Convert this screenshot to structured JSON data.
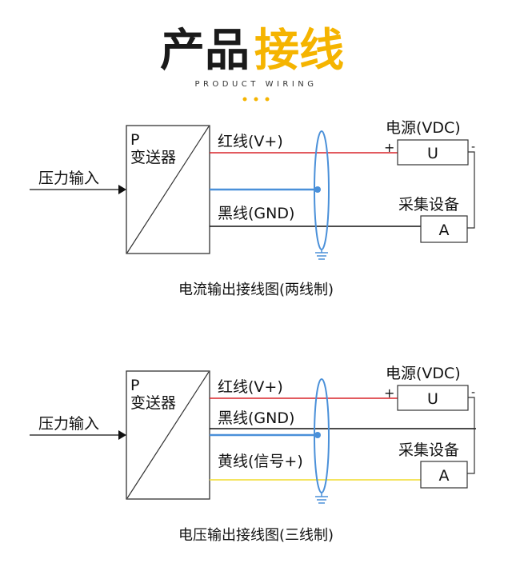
{
  "header": {
    "title_part1": "产品",
    "title_part2": "接线",
    "subtitle": "PRODUCT WIRING",
    "accent_color": "#f5b400"
  },
  "diagrams": [
    {
      "transmitter_p": "P",
      "transmitter_label": "变送器",
      "input_label": "压力输入",
      "wires": {
        "red": "红线(V+)",
        "black": "黑线(GND)"
      },
      "power_label": "电源(VDC)",
      "power_box": "U",
      "plus": "+",
      "minus": "-",
      "acq_label": "采集设备",
      "acq_box": "A",
      "caption": "电流输出接线图(两线制)"
    },
    {
      "transmitter_p": "P",
      "transmitter_label": "变送器",
      "input_label": "压力输入",
      "wires": {
        "red": "红线(V+)",
        "black": "黑线(GND)",
        "yellow": "黄线(信号+)"
      },
      "power_label": "电源(VDC)",
      "power_box": "U",
      "plus": "+",
      "minus": "-",
      "acq_label": "采集设备",
      "acq_box": "A",
      "caption": "电压输出接线图(三线制)"
    }
  ],
  "colors": {
    "red_wire": "#d9252a",
    "shield_blue": "#4a90d9",
    "yellow_wire": "#f3e14a",
    "black_wire": "#111111"
  }
}
